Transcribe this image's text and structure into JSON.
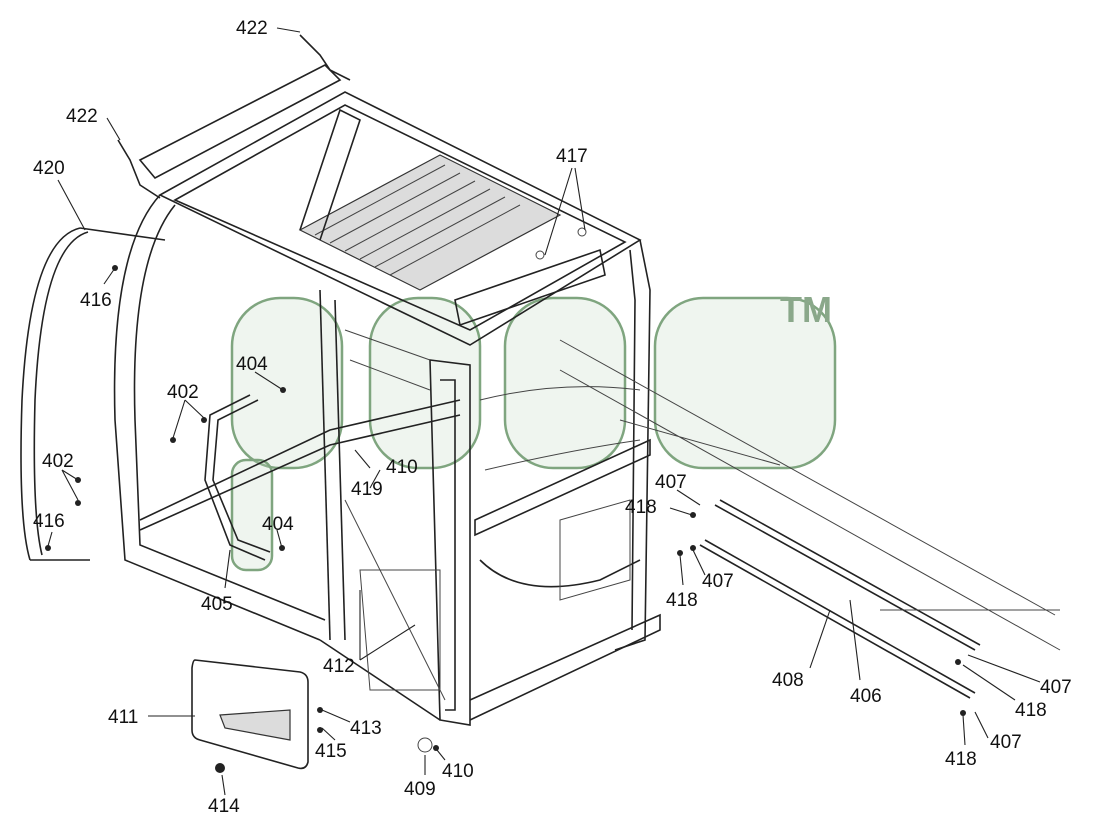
{
  "diagram": {
    "callouts": [
      "422",
      "422",
      "420",
      "416",
      "416",
      "417",
      "404",
      "404",
      "402",
      "402",
      "410",
      "419",
      "405",
      "407",
      "418",
      "418",
      "407",
      "406",
      "408",
      "407",
      "418",
      "418",
      "407",
      "412",
      "411",
      "413",
      "415",
      "414",
      "409",
      "410"
    ],
    "watermark": {
      "trademark": "TM"
    }
  }
}
